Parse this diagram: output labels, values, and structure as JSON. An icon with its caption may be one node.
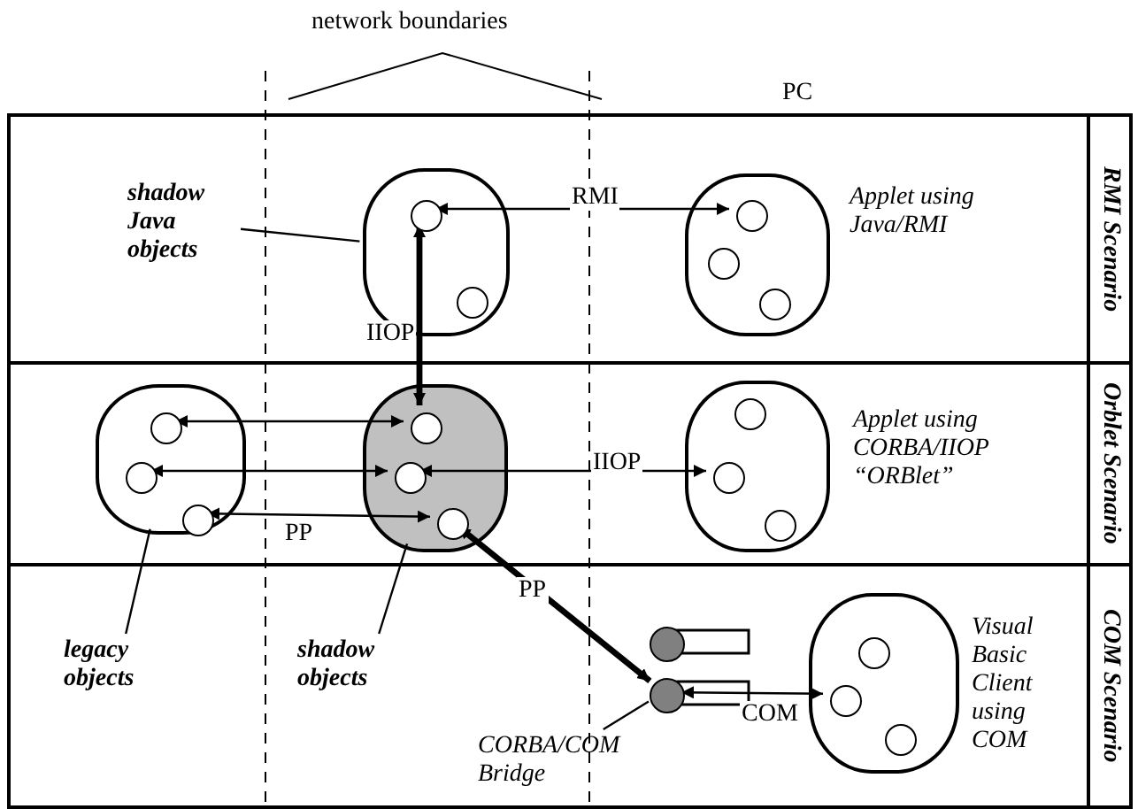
{
  "diagram": {
    "nodes": [
      {
        "text": [
          "RMI Scenario"
        ]
      },
      {
        "text": [],
        "shape": "circle",
        "in": 0
      },
      {
        "text": [],
        "shape": "circle",
        "in": 1
      },
      {
        "text": [],
        "shape": "circle",
        "in": 1
      },
      {
        "text": [],
        "shape": "circle",
        "in": 0,
        "beside": [
          "Applet using Java/RMI"
        ]
      },
      {
        "text": [],
        "shape": "circle",
        "in": 4
      },
      {
        "text": [],
        "shape": "circle",
        "in": 4
      },
      {
        "text": [],
        "shape": "circle",
        "in": 4
      },
      {
        "text": [
          "shadow Java objects"
        ],
        "in": 0
      },
      {
        "text": [
          "Orblet Scenario"
        ]
      },
      {
        "text": [],
        "shape": "circle",
        "in": 9
      },
      {
        "text": [],
        "shape": "circle",
        "in": 10
      },
      {
        "text": [],
        "shape": "circle",
        "in": 10
      },
      {
        "text": [],
        "shape": "circle",
        "in": 10
      },
      {
        "text": [],
        "shape": "circle",
        "in": 9
      },
      {
        "text": [],
        "shape": "circle",
        "in": 14
      },
      {
        "text": [],
        "shape": "circle",
        "in": 14
      },
      {
        "text": [],
        "shape": "circle",
        "in": 14
      },
      {
        "text": [],
        "shape": "circle",
        "in": 9,
        "beside": [
          "Applet using CORBA/IIOP “ORBlet”"
        ]
      },
      {
        "text": [],
        "shape": "circle",
        "in": 18
      },
      {
        "text": [],
        "shape": "circle",
        "in": 18
      },
      {
        "text": [],
        "shape": "circle",
        "in": 18
      },
      {
        "text": [
          "COM Scenario"
        ]
      },
      {
        "text": [
          "legacy objects"
        ],
        "in": 22
      },
      {
        "text": [
          "shadow objects"
        ],
        "in": 22
      },
      {
        "text": [],
        "shape": "circle",
        "in": 22
      },
      {
        "text": [],
        "shape": "circle",
        "in": 22
      },
      {
        "text": [
          "CORBA/COM Bridge"
        ],
        "in": 22
      },
      {
        "text": [],
        "shape": "circle",
        "in": 22,
        "beside": [
          "Visual Basic Client using COM"
        ]
      },
      {
        "text": [],
        "shape": "circle",
        "in": 28
      },
      {
        "text": [],
        "shape": "circle",
        "in": 28
      },
      {
        "text": [],
        "shape": "circle",
        "in": 28
      }
    ],
    "edges": [
      {
        "from": 2,
        "to": 5,
        "arrow": "both",
        "label": "RMI"
      },
      {
        "from": 2,
        "to": 15,
        "arrow": "both",
        "label": "IIOP",
        "style": "thick"
      },
      {
        "from": 11,
        "to": 15,
        "arrow": "both"
      },
      {
        "from": 12,
        "to": 16,
        "arrow": "both"
      },
      {
        "from": 13,
        "to": 17,
        "arrow": "both",
        "label": "PP"
      },
      {
        "from": 16,
        "to": 20,
        "arrow": "both",
        "label": "IIOP"
      },
      {
        "from": 17,
        "to": 26,
        "arrow": "both",
        "label": "PP",
        "style": "thick"
      },
      {
        "from": 26,
        "to": 30,
        "arrow": "both",
        "label": "COM"
      },
      {
        "from": 8,
        "to": 1,
        "arrow": "none"
      },
      {
        "from": 23,
        "to": 10,
        "arrow": "none"
      },
      {
        "from": 24,
        "to": 14,
        "arrow": "none"
      },
      {
        "from": 27,
        "to": 26,
        "arrow": "none"
      }
    ],
    "labels": [
      "network boundaries",
      "PC"
    ]
  }
}
